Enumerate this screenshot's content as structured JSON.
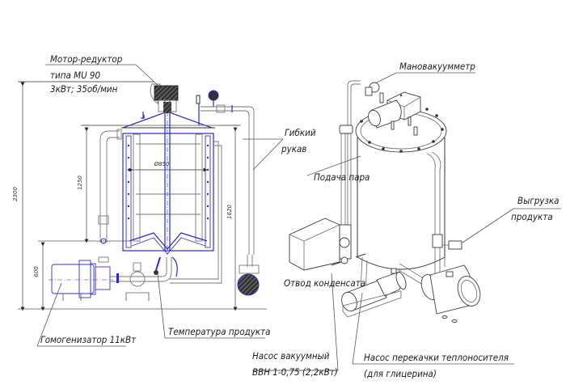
{
  "title": "Вакуумный реактор с гомогенизатором — схема",
  "colors": {
    "accent_blue": "#2a2ad0",
    "line_gray": "#555555",
    "ink": "#1a1a1a"
  },
  "left_view": {
    "labels": {
      "motor_line1": "Мотор-редуктор",
      "motor_line2": "типа MU 90",
      "motor_line3": "3кВт; 35об/мин",
      "homogenizer": "Гомогенизатор 11кВт",
      "temperature": "Температура продукта",
      "hose_line1": "Гибкий",
      "hose_line2": "рукав"
    },
    "dimensions": {
      "total_height": "2300",
      "inner_height": "1250",
      "jacket_height": "1620",
      "base_height": "600",
      "diameter": "Ø850"
    }
  },
  "right_view": {
    "labels": {
      "manometer": "Мановакуумметр",
      "steam_supply": "Подача пара",
      "unload_line1": "Выгрузка",
      "unload_line2": "продукта",
      "condensate": "Отвод конденсата",
      "vacuum_pump_line1": "Насос вакуумный",
      "vacuum_pump_line2": "ВВН 1-0,75 (2,2кВт)",
      "heat_pump_line1": "Насос перекачки теплоносителя",
      "heat_pump_line2": "(для глицерина)"
    }
  }
}
